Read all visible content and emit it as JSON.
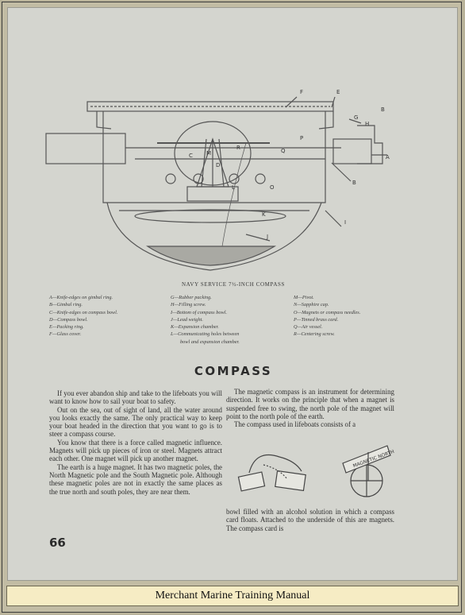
{
  "caption": "NAVY SERVICE 7½-INCH COMPASS",
  "diagram_labels": [
    "F",
    "E",
    "B",
    "G",
    "H",
    "A",
    "B",
    "C",
    "M",
    "D",
    "L",
    "O",
    "K",
    "I",
    "J",
    "P",
    "Q",
    "R"
  ],
  "legend": {
    "col1": [
      "A—Knife-edges on gimbal ring.",
      "B—Gimbal ring.",
      "C—Knife-edges on compass bowl.",
      "D—Compass bowl.",
      "E—Packing ring.",
      "F—Glass cover."
    ],
    "col2": [
      "G—Rubber packing.",
      "H—Filling screw.",
      "I—Bottom of compass bowl.",
      "J—Lead weight.",
      "K—Expansion chamber.",
      "L—Communicating holes between",
      "bowl and expansion chamber."
    ],
    "col3": [
      "M—Pivot.",
      "N—Sapphire cap.",
      "O—Magnets or compass needles.",
      "P—Tinned brass card.",
      "Q—Air vessel.",
      "R—Centering screw."
    ]
  },
  "heading": "COMPASS",
  "left_paragraphs": [
    "If you ever abandon ship and take to the lifeboats you will want to know how to sail your boat to safety.",
    "Out on the sea, out of sight of land, all the water around you looks exactly the same. The only practical way to keep your boat headed in the direction that you want to go is to steer a compass course.",
    "You know that there is a force called magnetic influence. Magnets will pick up pieces of iron or steel. Magnets attract each other. One magnet will pick up another magnet.",
    "The earth is a huge magnet. It has two magnetic poles, the North Magnetic pole and the South Magnetic pole. Although these magnetic poles are not in exactly the same places as the true north and south poles, they are near them."
  ],
  "right_top_paragraphs": [
    "The magnetic compass is an instrument for determining direction. It works on the principle that when a magnet is suspended free to swing, the north pole of the magnet will point to the north pole of the earth.",
    "The compass used in lifeboats consists of a"
  ],
  "right_bottom_paragraph": "bowl filled with an alcohol solution in which a compass card floats. Attached to the underside of this are magnets. The compass card is",
  "illustration_sign": "MAGNETIC NORTH",
  "page_number": "66",
  "footer_title": "Merchant Marine Training Manual"
}
